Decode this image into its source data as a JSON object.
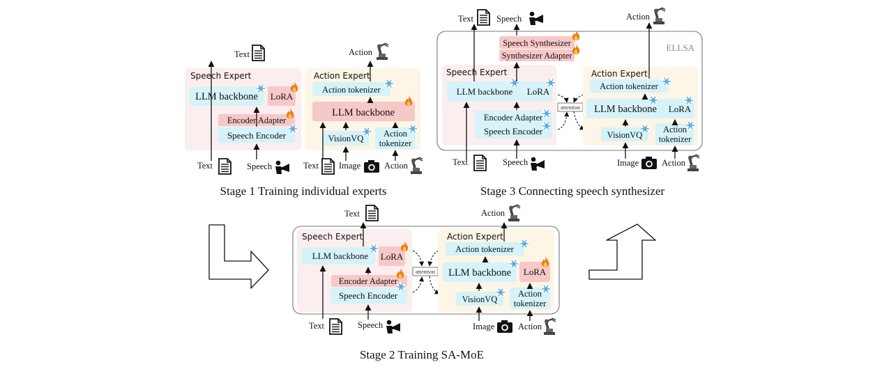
{
  "captions": {
    "stage1": "Stage 1 Training individual experts",
    "stage2": "Stage 2 Training SA-MoE",
    "stage3": "Stage 3 Connecting speech synthesizer"
  },
  "labels": {
    "text": "Text",
    "speech": "Speech",
    "image": "Image",
    "action": "Action",
    "speech_expert": "Speech Expert",
    "action_expert": "Action Expert",
    "llm_backbone": "LLM backbone",
    "lora": "LoRA",
    "encoder_adapter": "Encoder Adapter",
    "speech_encoder": "Speech Encoder",
    "action_tokenizer": "Action tokenizer",
    "action_tokenizer_l1": "Action",
    "action_tokenizer_l2": "tokenizer",
    "visionvq": "VisionVQ",
    "attention": "attention",
    "speech_synthesizer": "Speech Synthesizer",
    "synthesizer_adapter": "Synthesizer Adapter",
    "ellsa": "ELLSA"
  },
  "icons": [
    "document-icon",
    "speaker-icon",
    "camera-icon",
    "robot-arm-icon",
    "snowflake-icon",
    "fire-icon"
  ],
  "colors": {
    "speech_expert_bg": "#fbeeee",
    "action_expert_bg": "#fdf5e6",
    "frozen_block": "#d5f3f8",
    "trainable_block": "#f7c8c8",
    "frozen_icon": "#5aa8e0",
    "fire": "#f07b1e"
  }
}
